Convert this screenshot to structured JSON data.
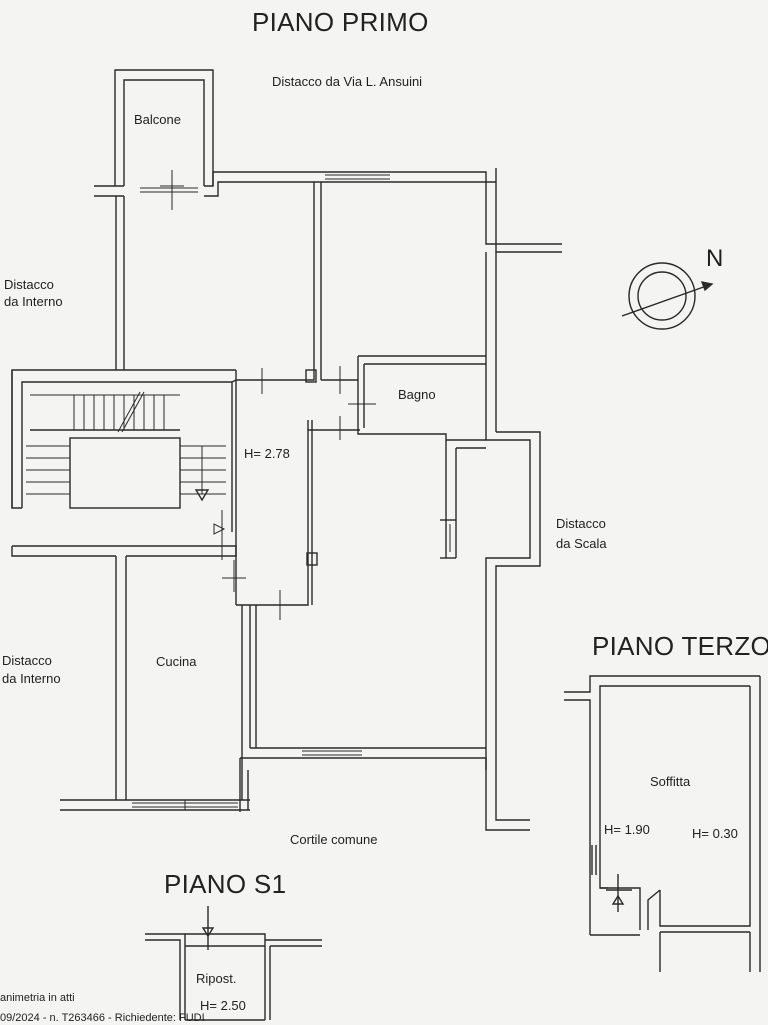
{
  "headers": {
    "piano_primo": "PIANO PRIMO",
    "piano_terzo": "PIANO TERZO",
    "piano_s1": "PIANO S1"
  },
  "labels": {
    "distacco_via": "Distacco da Via L. Ansuini",
    "distacco_interno_top_1": "Distacco",
    "distacco_interno_top_2": "da Interno",
    "distacco_interno_bottom_1": "Distacco",
    "distacco_interno_bottom_2": "da Interno",
    "distacco_scala_1": "Distacco",
    "distacco_scala_2": "da Scala",
    "cortile": "Cortile comune"
  },
  "rooms": {
    "balcone": "Balcone",
    "bagno": "Bagno",
    "cucina": "Cucina",
    "soffitta": "Soffitta",
    "ripost": "Ripost."
  },
  "heights": {
    "primo": "H= 2.78",
    "soffitta_high": "H= 1.90",
    "soffitta_low": "H= 0.30",
    "ripost": "H= 2.50"
  },
  "compass": {
    "north": "N"
  },
  "footer": {
    "line1": "animetria in atti",
    "line2": "09/2024 - n. T263466 - Richiedente: FUDI"
  }
}
